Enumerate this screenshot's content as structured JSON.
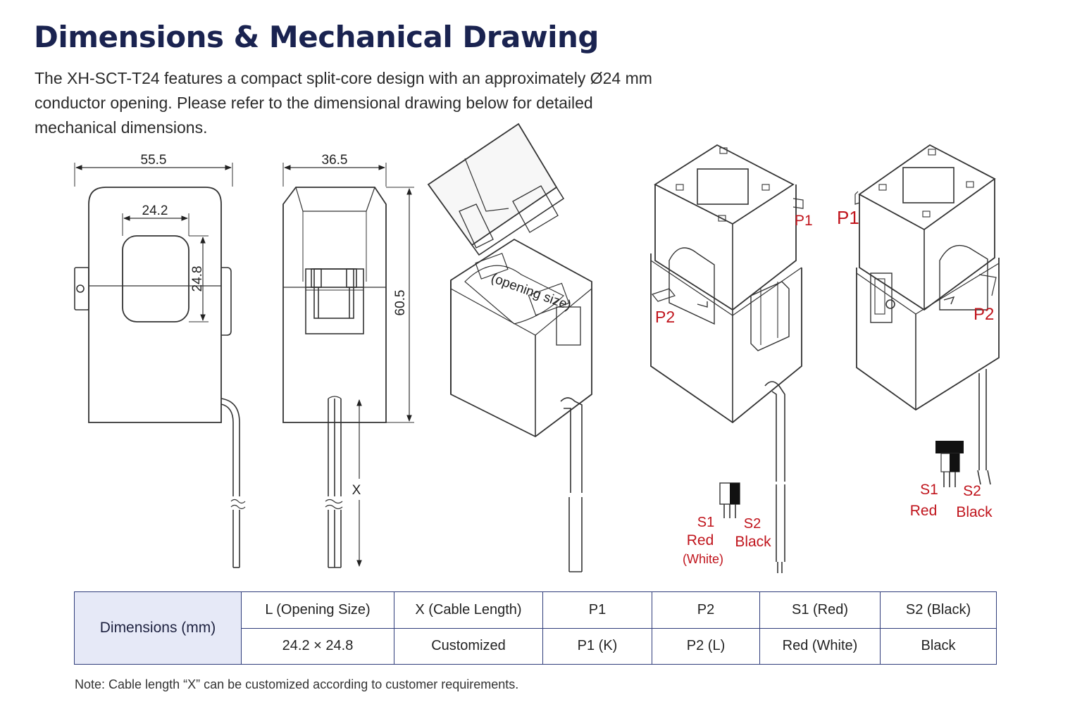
{
  "title": "Dimensions & Mechanical Drawing",
  "intro": {
    "line1": "The XH-SCT-T24 features a compact split-core design with an approximately Ø24 mm",
    "line2": "conductor opening. Please refer to the dimensional drawing below for detailed",
    "line3": "mechanical dimensions."
  },
  "front_view": {
    "width": "55.5",
    "opening_width": "24.2",
    "opening_height": "24.8"
  },
  "side_view": {
    "width": "36.5",
    "height": "60.5",
    "cable_length": "X"
  },
  "opened_view": {
    "opening_label": "(opening size)"
  },
  "terminal_labels": {
    "p1": "P1",
    "p2": "P2",
    "s1": "S1",
    "s1_color": "Red",
    "s1_alt": "(White)",
    "s2": "S2",
    "s2_color": "Black"
  },
  "table": {
    "row_header": "Dimensions (mm)",
    "headers": [
      "L (Opening Size)",
      "X (Cable Length)",
      "P1",
      "P2",
      "S1 (Red)",
      "S2 (Black)"
    ],
    "values": [
      "24.2 × 24.8",
      "Customized",
      "P1 (K)",
      "P2 (L)",
      "Red (White)",
      "Black"
    ]
  },
  "note": "Note: Cable length “X” can be customized according to customer requirements.",
  "colors": {
    "title": "#1a2350",
    "accent_red": "#c0141c",
    "table_border": "#2f3c7a",
    "header_fill": "#e6e9f7"
  }
}
